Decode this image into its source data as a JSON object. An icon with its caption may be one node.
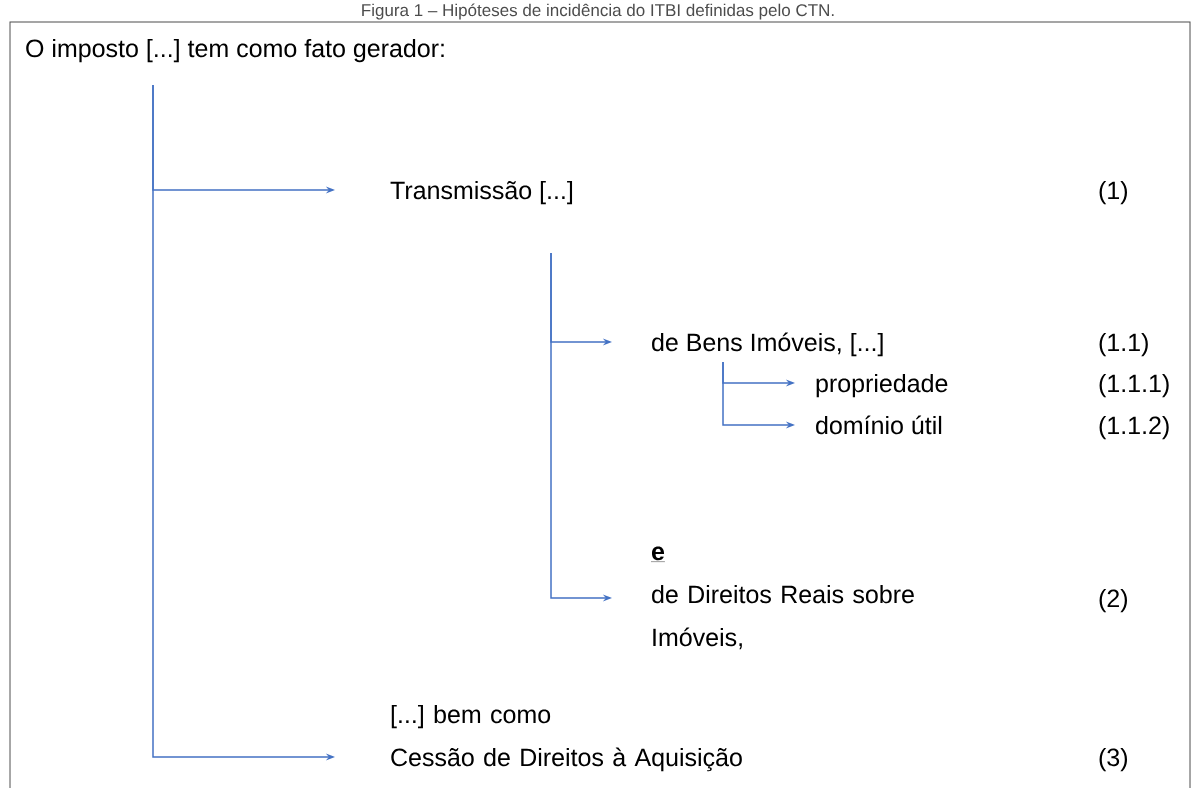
{
  "diagram": {
    "title": "Figura 1 – Hipóteses de incidência do ITBI definidas pelo CTN.",
    "nodes": [
      {
        "text": [
          "O imposto [...] tem como fato gerador:"
        ]
      },
      {
        "text": [
          "Transmissão [...]"
        ]
      },
      {
        "text": [
          "de Bens Imóveis, [...]"
        ]
      },
      {
        "text": [
          "propriedade"
        ]
      },
      {
        "text": [
          "domínio útil"
        ]
      },
      {
        "text": [
          "e",
          "de Direitos Reais sobre Imóveis,"
        ]
      },
      {
        "text": [
          "[...] bem como",
          "Cessão de Direitos à Aquisição"
        ]
      }
    ],
    "edges": [
      {
        "from": 0,
        "to": 1,
        "arrow": "to"
      },
      {
        "from": 0,
        "to": 6,
        "arrow": "to"
      },
      {
        "from": 1,
        "to": 2,
        "arrow": "to"
      },
      {
        "from": 1,
        "to": 5,
        "arrow": "to"
      },
      {
        "from": 2,
        "to": 3,
        "arrow": "to"
      },
      {
        "from": 2,
        "to": 4,
        "arrow": "to"
      }
    ],
    "labels": [
      "(1)",
      "(1.1)",
      "(1.1.1)",
      "(1.1.2)",
      "(2)",
      "(3)"
    ]
  }
}
